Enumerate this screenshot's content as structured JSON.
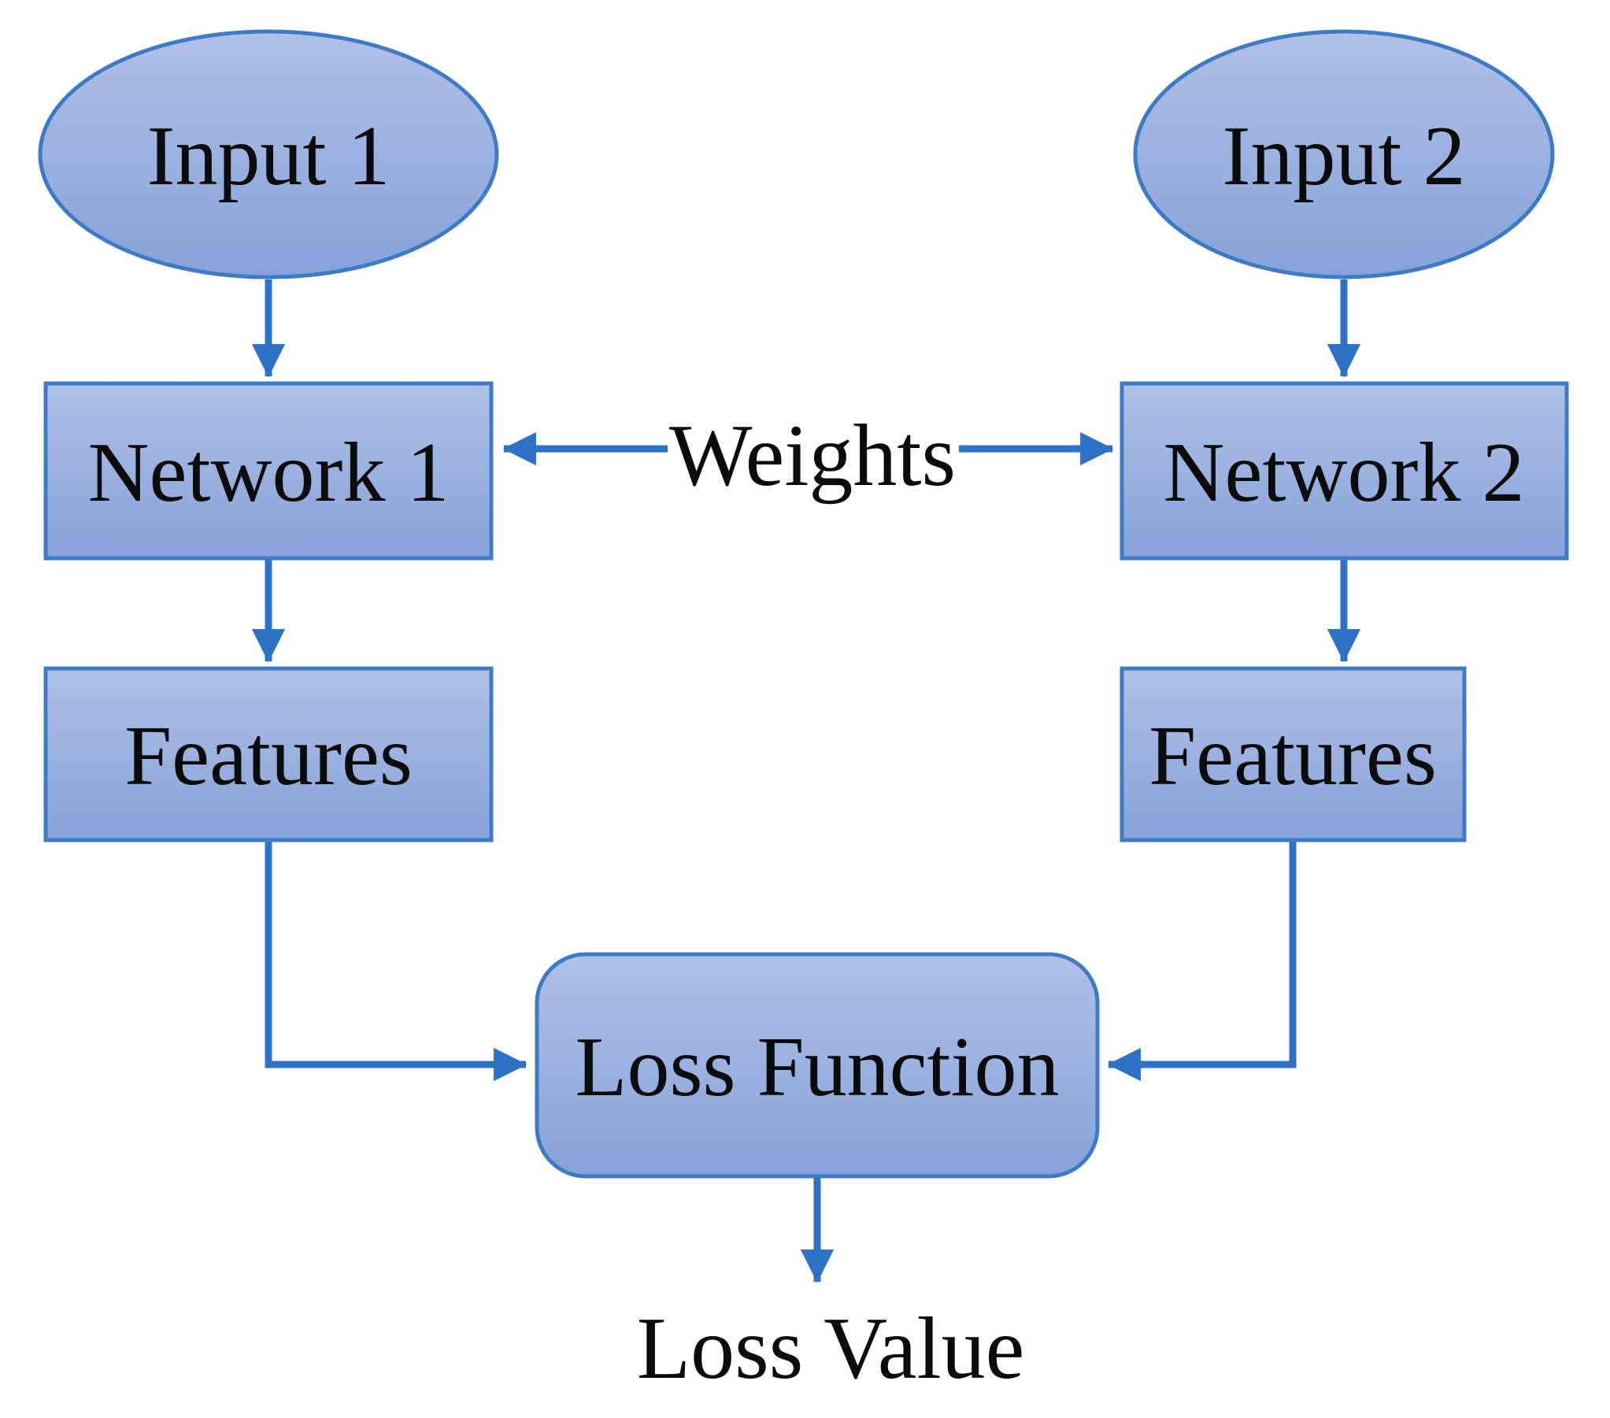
{
  "diagram": {
    "nodes": {
      "input1": "Input 1",
      "input2": "Input 2",
      "network1": "Network 1",
      "network2": "Network 2",
      "features1": "Features",
      "features2": "Features",
      "weights": "Weights",
      "loss_function": "Loss Function",
      "loss_value": "Loss Value"
    },
    "edges": [
      {
        "from": "Input 1",
        "to": "Network 1"
      },
      {
        "from": "Input 2",
        "to": "Network 2"
      },
      {
        "from": "Weights",
        "to": "Network 1"
      },
      {
        "from": "Weights",
        "to": "Network 2"
      },
      {
        "from": "Network 1",
        "to": "Features (left)"
      },
      {
        "from": "Network 2",
        "to": "Features (right)"
      },
      {
        "from": "Features (left)",
        "to": "Loss Function"
      },
      {
        "from": "Features (right)",
        "to": "Loss Function"
      },
      {
        "from": "Loss Function",
        "to": "Loss Value"
      }
    ],
    "colors": {
      "node_fill_top": "#b0c0e7",
      "node_fill_bottom": "#86a2d8",
      "node_border": "#3e7bc6",
      "arrow": "#2d72c5",
      "text": "#0b0b0b",
      "background": "#ffffff"
    }
  }
}
